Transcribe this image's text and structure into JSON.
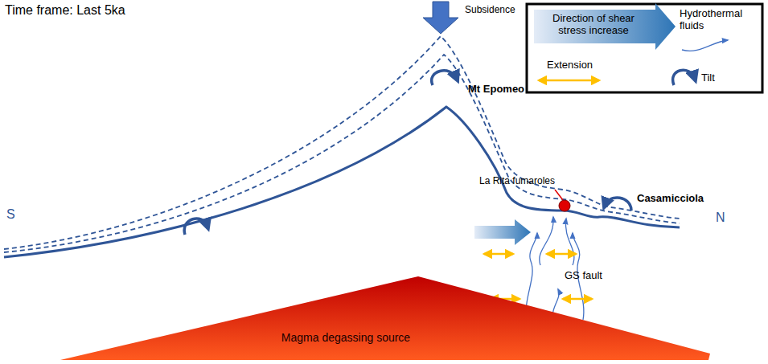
{
  "diagram": {
    "title": "Time frame: Last 5ka",
    "nodes": [
      {
        "text": [
          "Magma degassing source"
        ]
      }
    ],
    "labels": [
      "Subsidence",
      "Mt Epomeo",
      "La Rita fumaroles",
      "Casamicciola",
      "S",
      "N",
      "GS fault"
    ],
    "legend": [
      {
        "text": "Direction of shear stress increase"
      },
      {
        "text": "Hydrothermal fluids"
      },
      {
        "text": "Extension"
      },
      {
        "text": "Tilt"
      }
    ]
  }
}
